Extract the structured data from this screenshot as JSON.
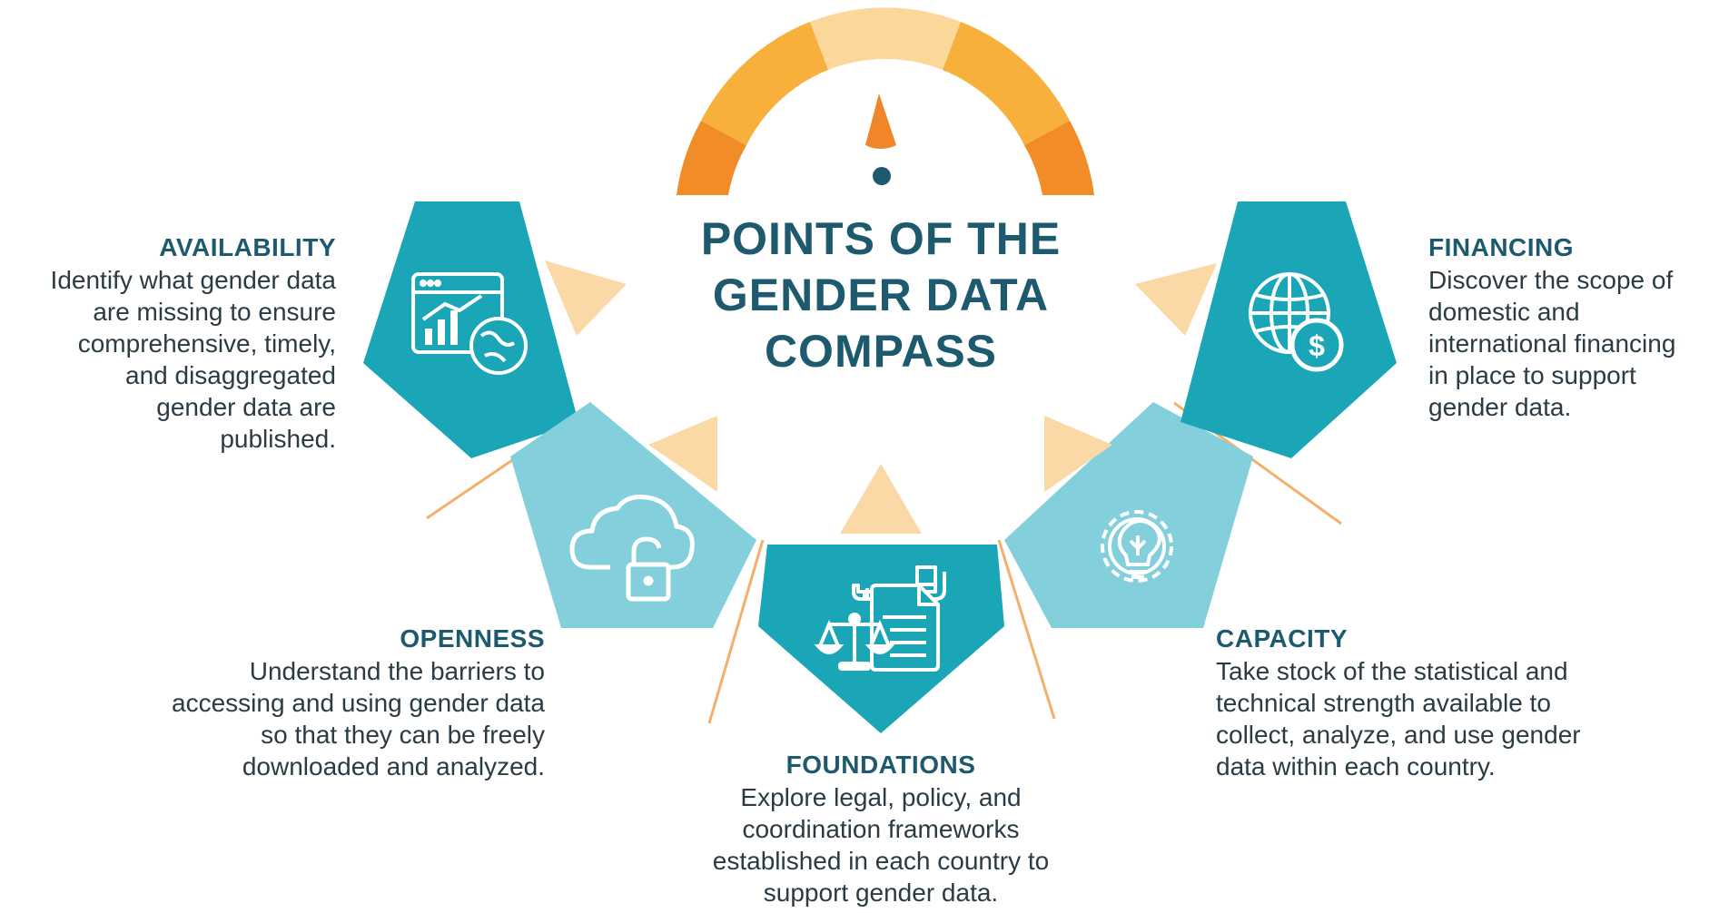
{
  "center": {
    "title_lines": [
      "POINTS OF THE",
      "GENDER DATA",
      "COMPASS"
    ]
  },
  "points": {
    "availability": {
      "title": "AVAILABILITY",
      "description": "Identify what gender data\nare missing to ensure\ncomprehensive, timely,\nand disaggregated\ngender data are\npublished."
    },
    "openness": {
      "title": "OPENNESS",
      "description": "Understand the barriers to\naccessing and using gender data\nso that they can be freely\ndownloaded and analyzed."
    },
    "foundations": {
      "title": "FOUNDATIONS",
      "description": "Explore legal, policy, and\ncoordination frameworks\nestablished in each country to\nsupport gender data."
    },
    "capacity": {
      "title": "CAPACITY",
      "description": "Take stock of the statistical and\ntechnical strength available to\ncollect, analyze, and use gender\ndata within each country."
    },
    "financing": {
      "title": "FINANCING",
      "description": "Discover the scope of\ndomestic and\ninternational financing\nin place to support\ngender data."
    }
  },
  "icons": {
    "availability": "analytics-globe-icon",
    "openness": "cloud-unlock-icon",
    "foundations": "scales-document-icon",
    "capacity": "lightbulb-gear-icon",
    "financing": "globe-dollar-icon"
  },
  "colors": {
    "teal_dark": "#1aa6b7",
    "teal_light": "#83cfdb",
    "orange_dark": "#f39a2b",
    "orange_mid": "#f7b740",
    "orange_light": "#fad59a",
    "arrow_peach": "#fbd9a6",
    "navy": "#1d5a6e",
    "text": "#2b3b44"
  }
}
